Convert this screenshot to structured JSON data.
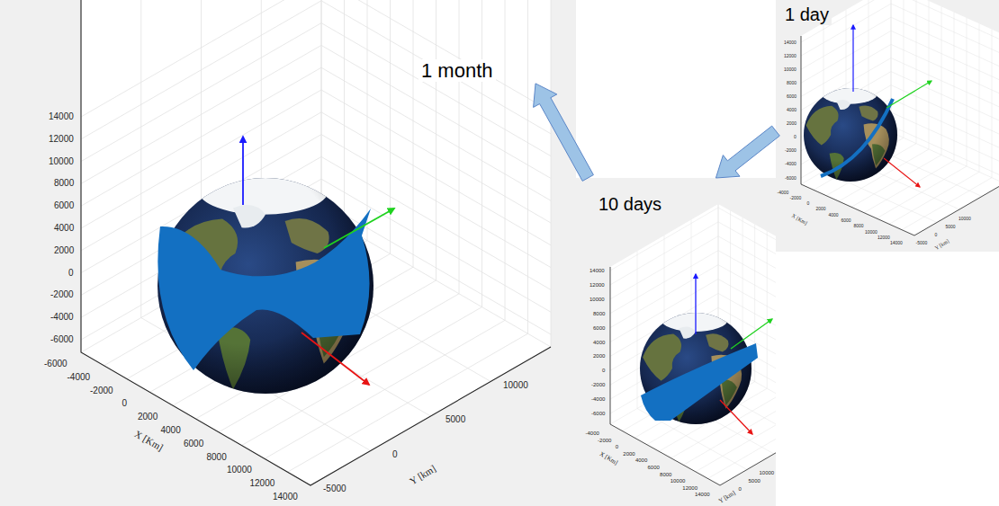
{
  "diagram": {
    "nodes": [
      {
        "text": [
          "1 month"
        ]
      },
      {
        "text": [
          "1 day"
        ]
      },
      {
        "text": [
          "10 days"
        ]
      }
    ],
    "edges": [
      {
        "from": 1,
        "to": 2,
        "arrow": "to"
      },
      {
        "from": 2,
        "to": 0,
        "arrow": "to"
      }
    ],
    "labels": [
      "14000",
      "12000",
      "10000",
      "8000",
      "6000",
      "4000",
      "2000",
      "0",
      "-2000",
      "-4000",
      "-6000",
      "-6000",
      "-4000",
      "-2000",
      "0",
      "2000",
      "4000",
      "6000",
      "8000",
      "10000",
      "12000",
      "14000",
      "X [Km]",
      "-5000",
      "0",
      "5000",
      "10000",
      "Y [km]",
      "14000",
      "12000",
      "10000",
      "8000",
      "6000",
      "4000",
      "2000",
      "0",
      "-2000",
      "-4000",
      "-6000",
      "-4000",
      "-2000",
      "0",
      "2000",
      "4000",
      "6000",
      "8000",
      "10000",
      "12000",
      "14000",
      "X [Km]",
      "0",
      "5000",
      "10000",
      "Y [km]",
      "14000",
      "12000",
      "10000",
      "8000",
      "6000",
      "4000",
      "2000",
      "0",
      "-2000",
      "-4000",
      "-6000",
      "-4000",
      "-2000",
      "0",
      "2000",
      "4000",
      "6000",
      "8000",
      "10000",
      "12000",
      "14000",
      "X [Km]",
      "-5000",
      "0",
      "5000",
      "10000",
      "Y [km]"
    ]
  }
}
